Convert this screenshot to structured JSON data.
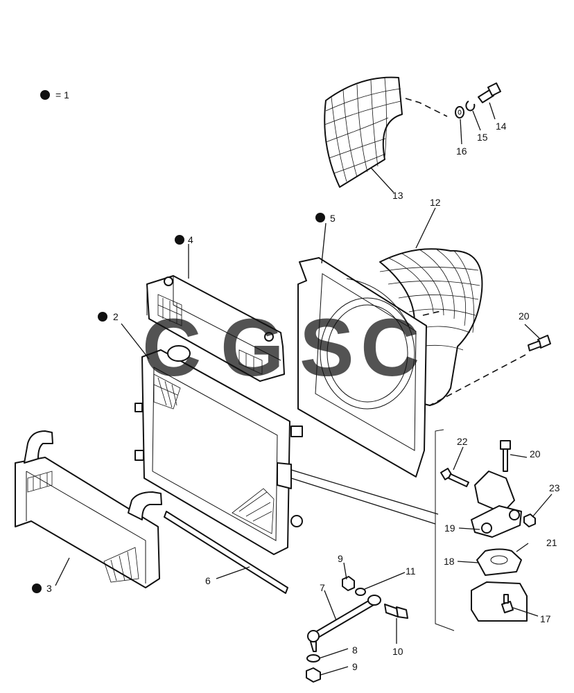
{
  "legend": {
    "marker": "●",
    "text": "= 1"
  },
  "callouts": [
    {
      "id": "c2",
      "text": "2",
      "bullet": true
    },
    {
      "id": "c3",
      "text": "3",
      "bullet": true
    },
    {
      "id": "c4",
      "text": "4",
      "bullet": true
    },
    {
      "id": "c5",
      "text": "5",
      "bullet": true
    },
    {
      "id": "c6",
      "text": "6",
      "bullet": false
    },
    {
      "id": "c7",
      "text": "7",
      "bullet": false
    },
    {
      "id": "c8",
      "text": "8",
      "bullet": false
    },
    {
      "id": "c9a",
      "text": "9",
      "bullet": false
    },
    {
      "id": "c9b",
      "text": "9",
      "bullet": false
    },
    {
      "id": "c10",
      "text": "10",
      "bullet": false
    },
    {
      "id": "c11",
      "text": "11",
      "bullet": false
    },
    {
      "id": "c12",
      "text": "12",
      "bullet": false
    },
    {
      "id": "c13",
      "text": "13",
      "bullet": false
    },
    {
      "id": "c14",
      "text": "14",
      "bullet": false
    },
    {
      "id": "c15",
      "text": "15",
      "bullet": false
    },
    {
      "id": "c16",
      "text": "16",
      "bullet": false
    },
    {
      "id": "c17",
      "text": "17",
      "bullet": false
    },
    {
      "id": "c18",
      "text": "18",
      "bullet": false
    },
    {
      "id": "c19",
      "text": "19",
      "bullet": false
    },
    {
      "id": "c20a",
      "text": "20",
      "bullet": false
    },
    {
      "id": "c20b",
      "text": "20",
      "bullet": false
    },
    {
      "id": "c21",
      "text": "21",
      "bullet": false
    },
    {
      "id": "c22",
      "text": "22",
      "bullet": false
    },
    {
      "id": "c23",
      "text": "23",
      "bullet": false
    }
  ],
  "watermark": {
    "letters": [
      {
        "char": "C",
        "color": "#3b82f6"
      },
      {
        "char": "G",
        "color": "#ef5350"
      },
      {
        "char": "S",
        "color": "#fcd34d"
      },
      {
        "char": "C",
        "color": "#2e9e6b"
      }
    ]
  }
}
